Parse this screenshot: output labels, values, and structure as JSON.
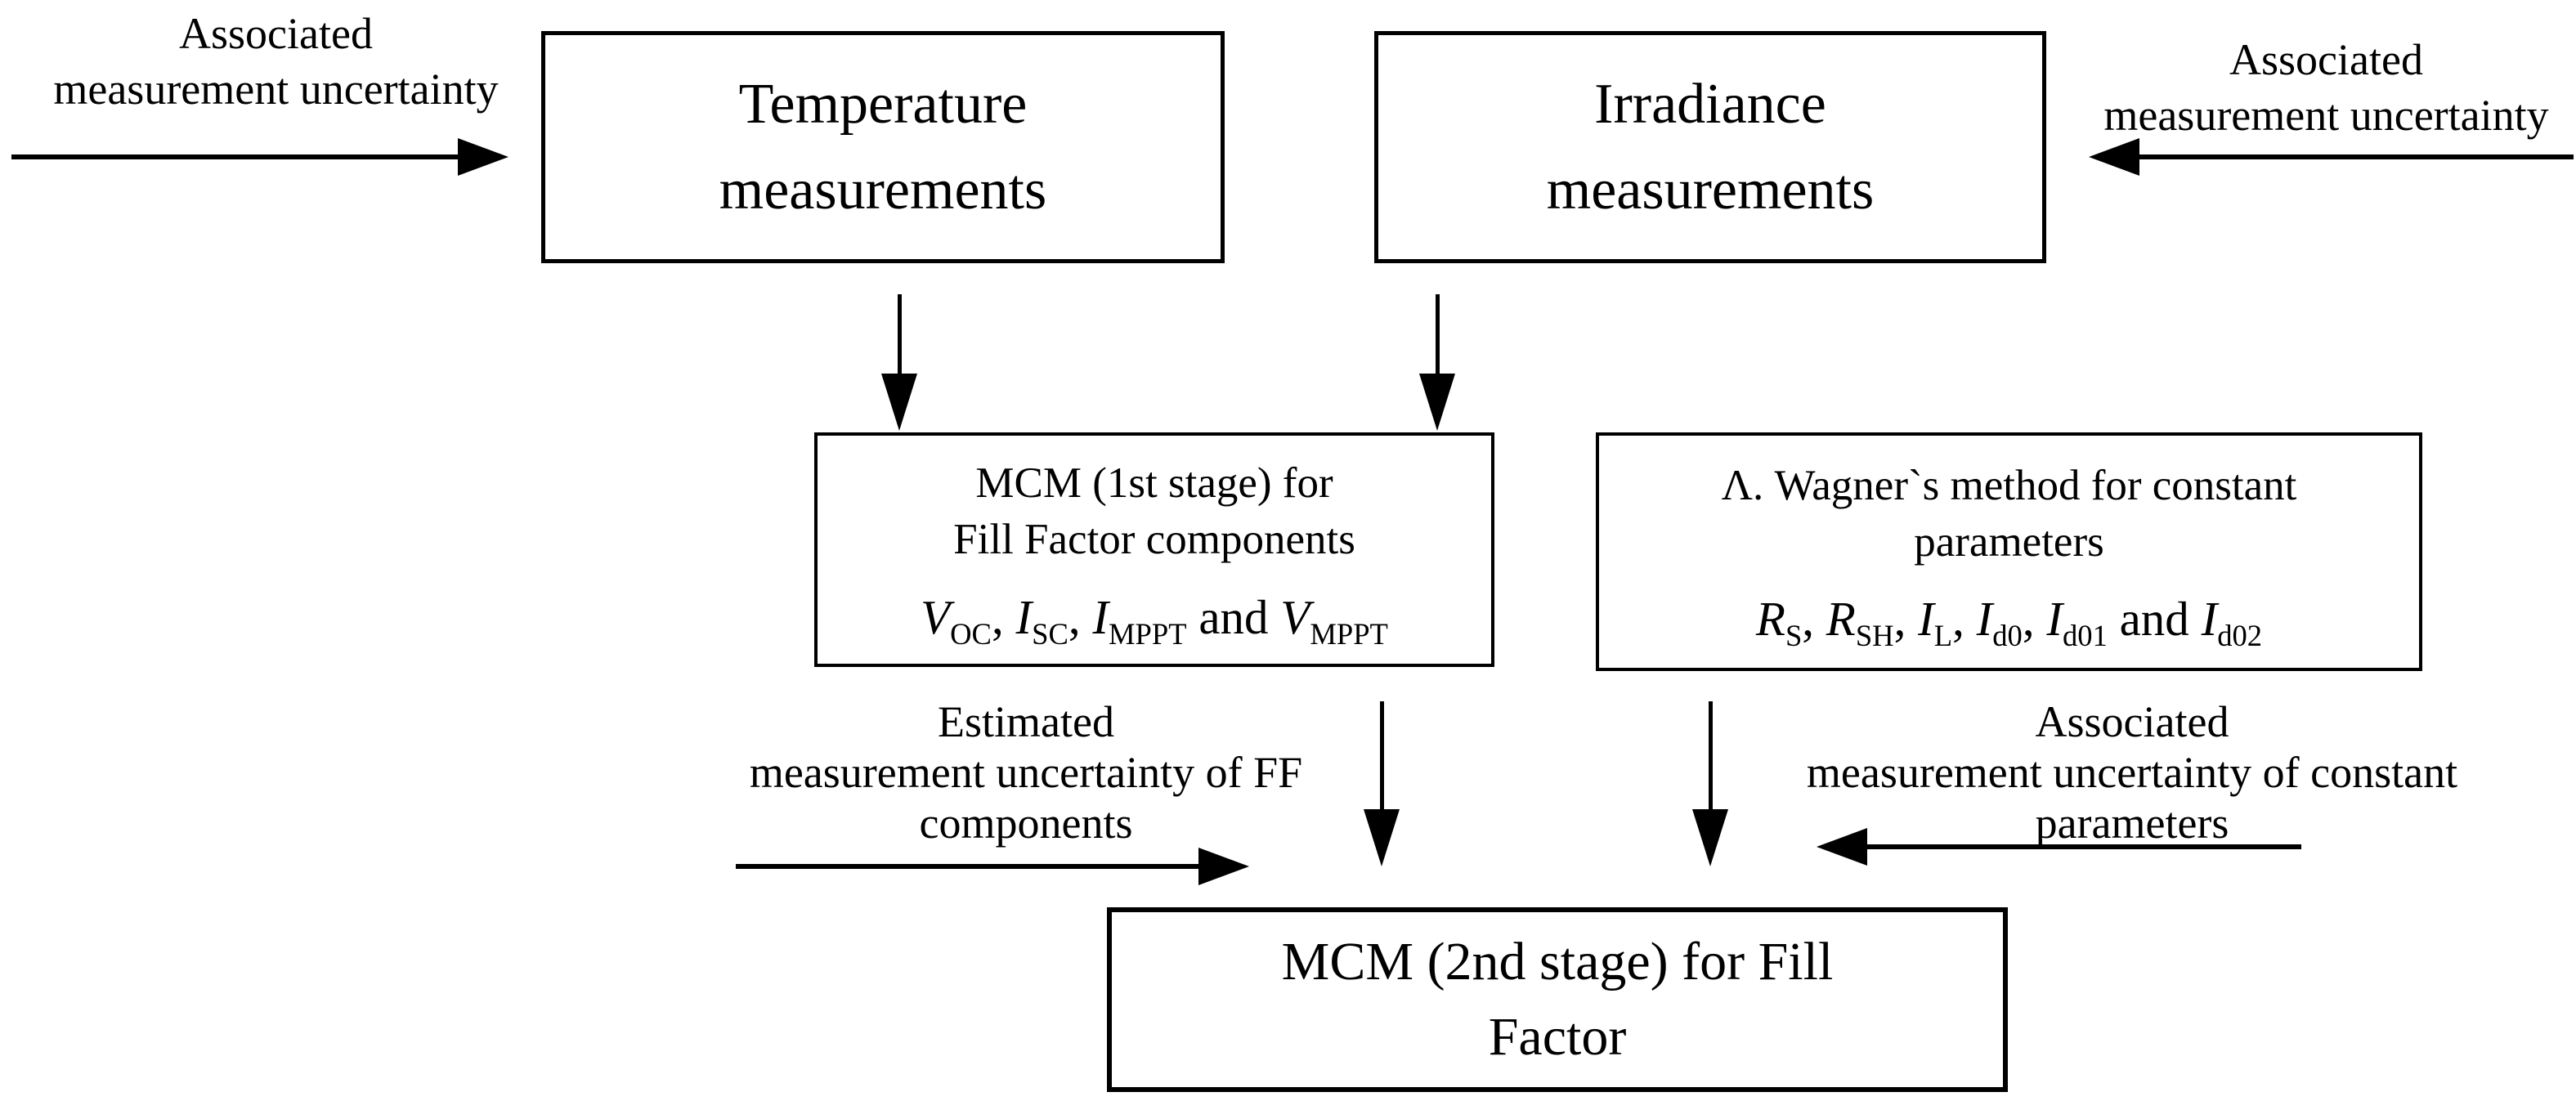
{
  "colors": {
    "ink": "#000000",
    "background": "#ffffff"
  },
  "labels": {
    "top_left": {
      "lines": [
        "Associated",
        "measurement uncertainty"
      ]
    },
    "top_right": {
      "lines": [
        "Associated",
        "measurement uncertainty"
      ]
    },
    "mid_left": {
      "lines": [
        "Estimated",
        "measurement uncertainty of FF",
        "components"
      ]
    },
    "mid_right": {
      "lines": [
        "Associated",
        "measurement uncertainty of constant",
        "parameters"
      ]
    }
  },
  "boxes": {
    "temperature": {
      "lines": [
        "Temperature",
        "measurements"
      ]
    },
    "irradiance": {
      "lines": [
        "Irradiance",
        "measurements"
      ]
    },
    "mcm1": {
      "title_lines": [
        "MCM (1st stage) for",
        "Fill Factor components"
      ],
      "math": [
        {
          "v": "V",
          "s": "OC"
        },
        {
          "p": ", "
        },
        {
          "v": "I",
          "s": "SC"
        },
        {
          "p": ", "
        },
        {
          "v": "I",
          "s": "MPPT"
        },
        {
          "p": " and "
        },
        {
          "v": "V",
          "s": "MPPT"
        }
      ]
    },
    "wagner": {
      "title_lines": [
        "Λ. Wagner`s method for constant",
        "parameters"
      ],
      "math": [
        {
          "v": "R",
          "s": "S"
        },
        {
          "p": ", "
        },
        {
          "v": "R",
          "s": "SH"
        },
        {
          "p": ", "
        },
        {
          "v": "I",
          "s": "L"
        },
        {
          "p": ", "
        },
        {
          "v": "I",
          "s": "d0"
        },
        {
          "p": ", "
        },
        {
          "v": "I",
          "s": "d01"
        },
        {
          "p": " and "
        },
        {
          "v": "I",
          "s": "d02"
        }
      ]
    },
    "mcm2": {
      "lines": [
        "MCM (2nd stage) for Fill",
        "Factor"
      ]
    }
  }
}
